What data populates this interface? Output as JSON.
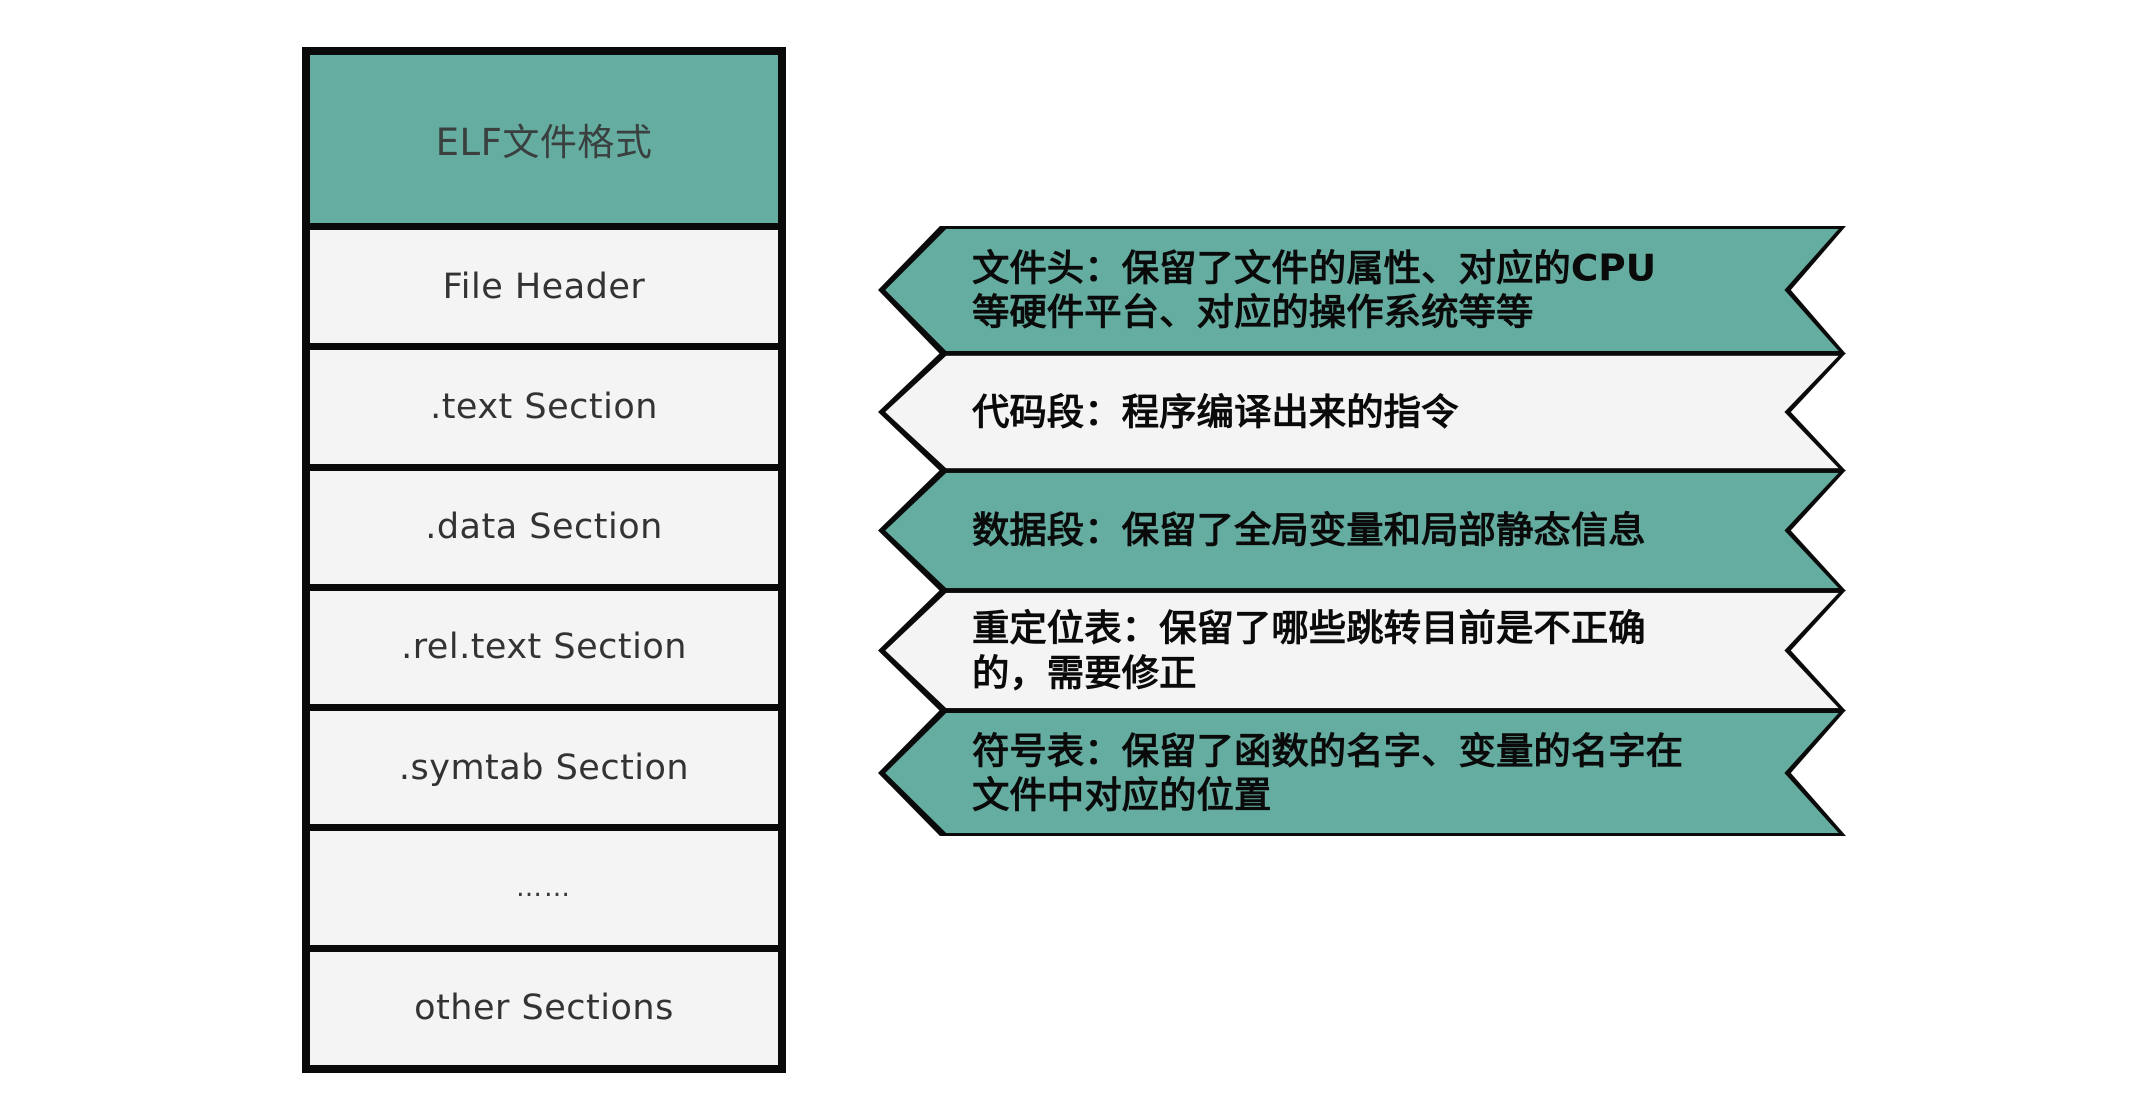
{
  "colors": {
    "teal": "#65ada0",
    "light": "#f4f4f4",
    "outline": "#0a0a0a",
    "table_text": "#333333",
    "banner_text": "#0a0a0a",
    "background": "#ffffff"
  },
  "elf_table": {
    "title": "ELF文件格式",
    "rows": [
      {
        "label": "File Header",
        "fill": "light"
      },
      {
        "label": ".text Section",
        "fill": "light"
      },
      {
        "label": ".data Section",
        "fill": "light"
      },
      {
        "label": ".rel.text Section",
        "fill": "light"
      },
      {
        "label": ".symtab Section",
        "fill": "light"
      },
      {
        "label": "……",
        "fill": "light"
      },
      {
        "label": "other Sections",
        "fill": "light"
      }
    ]
  },
  "banners": [
    {
      "id": "file-header",
      "fill": "teal",
      "text": "文件头：保留了文件的属性、对应的CPU等硬件平台、对应的操作系统等等"
    },
    {
      "id": "text-section",
      "fill": "light",
      "text": "代码段：程序编译出来的指令"
    },
    {
      "id": "data-section",
      "fill": "teal",
      "text": "数据段：保留了全局变量和局部静态信息"
    },
    {
      "id": "rel-text-section",
      "fill": "light",
      "text": "重定位表：保留了哪些跳转目前是不正确的，需要修正"
    },
    {
      "id": "symtab-section",
      "fill": "teal",
      "text": "符号表：保留了函数的名字、变量的名字在文件中对应的位置"
    }
  ]
}
